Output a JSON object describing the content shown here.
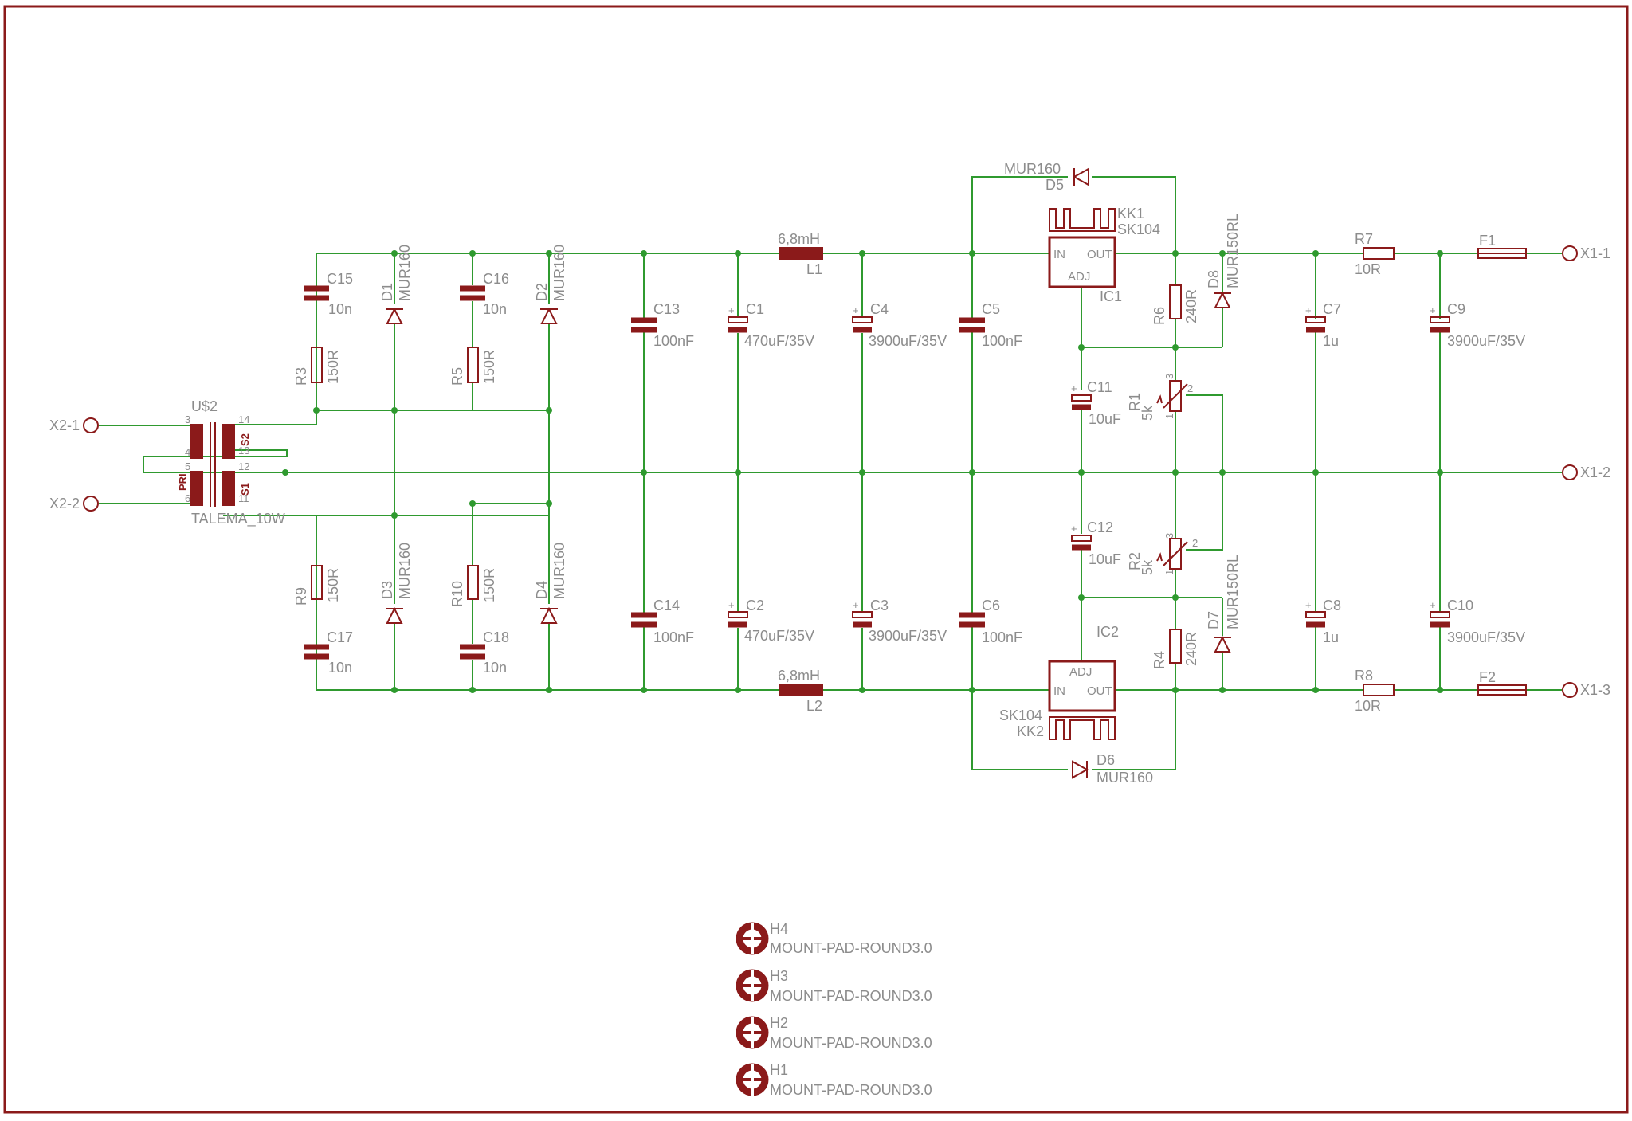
{
  "border_color": "#8b1a1a",
  "wire_color": "#2f9a2f",
  "label_color": "#8c8c8c",
  "connectors": {
    "x2_1": "X2-1",
    "x2_2": "X2-2",
    "x1_1": "X1-1",
    "x1_2": "X1-2",
    "x1_3": "X1-3"
  },
  "transformer": {
    "ref": "U$2",
    "value": "TALEMA_10W",
    "pin3": "3",
    "pin4": "4",
    "pin5": "5",
    "pin6": "6",
    "pin14": "14",
    "pin13": "13",
    "pin12": "12",
    "pin11": "11",
    "pri": "PRI",
    "s1": "S1",
    "s2": "S2"
  },
  "snubber_caps": {
    "c15": {
      "ref": "C15",
      "value": "10n"
    },
    "c16": {
      "ref": "C16",
      "value": "10n"
    },
    "c17": {
      "ref": "C17",
      "value": "10n"
    },
    "c18": {
      "ref": "C18",
      "value": "10n"
    }
  },
  "snubber_res": {
    "r3": {
      "ref": "R3",
      "value": "150R"
    },
    "r5": {
      "ref": "R5",
      "value": "150R"
    },
    "r9": {
      "ref": "R9",
      "value": "150R"
    },
    "r10": {
      "ref": "R10",
      "value": "150R"
    }
  },
  "rect_diodes": {
    "d1": {
      "ref": "D1",
      "value": "MUR160"
    },
    "d2": {
      "ref": "D2",
      "value": "MUR160"
    },
    "d3": {
      "ref": "D3",
      "value": "MUR160"
    },
    "d4": {
      "ref": "D4",
      "value": "MUR160"
    }
  },
  "filter_caps": {
    "c13": {
      "ref": "C13",
      "value": "100nF"
    },
    "c14": {
      "ref": "C14",
      "value": "100nF"
    },
    "c1": {
      "ref": "C1",
      "value": "470uF/35V"
    },
    "c2": {
      "ref": "C2",
      "value": "470uF/35V"
    },
    "c4": {
      "ref": "C4",
      "value": "3900uF/35V"
    },
    "c3": {
      "ref": "C3",
      "value": "3900uF/35V"
    },
    "c5": {
      "ref": "C5",
      "value": "100nF"
    },
    "c6": {
      "ref": "C6",
      "value": "100nF"
    }
  },
  "inductors": {
    "l1": {
      "ref": "L1",
      "value": "6,8mH"
    },
    "l2": {
      "ref": "L2",
      "value": "6,8mH"
    }
  },
  "regulators": {
    "ic1": {
      "ref": "IC1",
      "in": "IN",
      "out": "OUT",
      "adj": "ADJ"
    },
    "ic2": {
      "ref": "IC2",
      "in": "IN",
      "out": "OUT",
      "adj": "ADJ"
    },
    "kk1": {
      "ref": "KK1",
      "value": "SK104"
    },
    "kk2": {
      "ref": "KK2",
      "value": "SK104"
    }
  },
  "protect_diodes": {
    "d5": {
      "ref": "D5",
      "value": "MUR160"
    },
    "d6": {
      "ref": "D6",
      "value": "MUR160"
    },
    "d8": {
      "ref": "D8",
      "value": "MUR150RL"
    },
    "d7": {
      "ref": "D7",
      "value": "MUR150RL"
    }
  },
  "adj_network": {
    "r6": {
      "ref": "R6",
      "value": "240R"
    },
    "r4": {
      "ref": "R4",
      "value": "240R"
    },
    "r1": {
      "ref": "R1",
      "value": "5k"
    },
    "r2": {
      "ref": "R2",
      "value": "5k"
    },
    "pot_pin1": "1",
    "pot_pin2": "2",
    "pot_pin3": "3",
    "c11": {
      "ref": "C11",
      "value": "10uF"
    },
    "c12": {
      "ref": "C12",
      "value": "10uF"
    }
  },
  "output_stage": {
    "c7": {
      "ref": "C7",
      "value": "1u"
    },
    "c8": {
      "ref": "C8",
      "value": "1u"
    },
    "c9": {
      "ref": "C9",
      "value": "3900uF/35V"
    },
    "c10": {
      "ref": "C10",
      "value": "3900uF/35V"
    },
    "r7": {
      "ref": "R7",
      "value": "10R"
    },
    "r8": {
      "ref": "R8",
      "value": "10R"
    },
    "f1": {
      "ref": "F1"
    },
    "f2": {
      "ref": "F2"
    }
  },
  "mount_pads": [
    {
      "ref": "H4",
      "value": "MOUNT-PAD-ROUND3.0"
    },
    {
      "ref": "H3",
      "value": "MOUNT-PAD-ROUND3.0"
    },
    {
      "ref": "H2",
      "value": "MOUNT-PAD-ROUND3.0"
    },
    {
      "ref": "H1",
      "value": "MOUNT-PAD-ROUND3.0"
    }
  ]
}
